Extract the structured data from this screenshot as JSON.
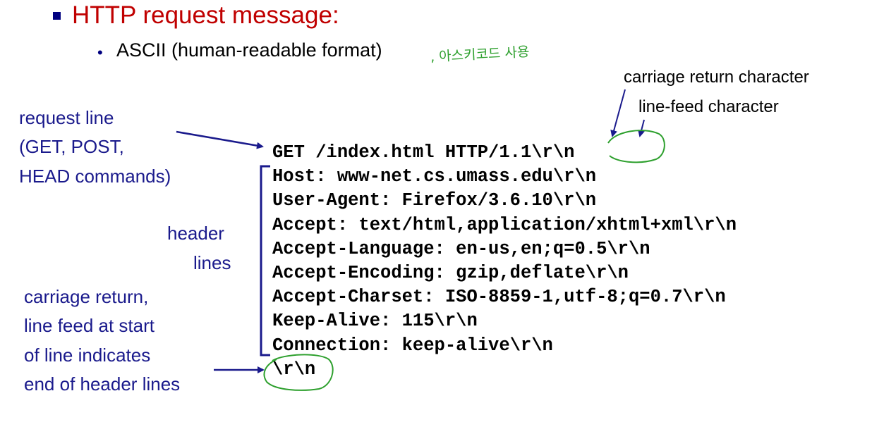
{
  "title": "HTTP request message:",
  "subtitle": "ASCII (human-readable format)",
  "handwritten_note": ", 아스키코드 사용",
  "annotations": {
    "carriage_return": "carriage return character",
    "line_feed": "line-feed character",
    "request_line": [
      "request line",
      "(GET, POST,",
      "HEAD commands)"
    ],
    "header_lines": [
      "header",
      "lines"
    ],
    "end_of_headers": [
      "carriage return,",
      "line feed at start",
      "of line indicates",
      "end of header lines"
    ]
  },
  "request_lines": [
    "GET /index.html HTTP/1.1\\r\\n",
    "Host: www-net.cs.umass.edu\\r\\n",
    "User-Agent: Firefox/3.6.10\\r\\n",
    "Accept: text/html,application/xhtml+xml\\r\\n",
    "Accept-Language: en-us,en;q=0.5\\r\\n",
    "Accept-Encoding: gzip,deflate\\r\\n",
    "Accept-Charset: ISO-8859-1,utf-8;q=0.7\\r\\n",
    "Keep-Alive: 115\\r\\n",
    "Connection: keep-alive\\r\\n",
    "\\r\\n"
  ],
  "colors": {
    "title": "#c00000",
    "annotation": "#1a1a8c",
    "handwriting": "#2ea02e",
    "bullet": "#000080"
  }
}
